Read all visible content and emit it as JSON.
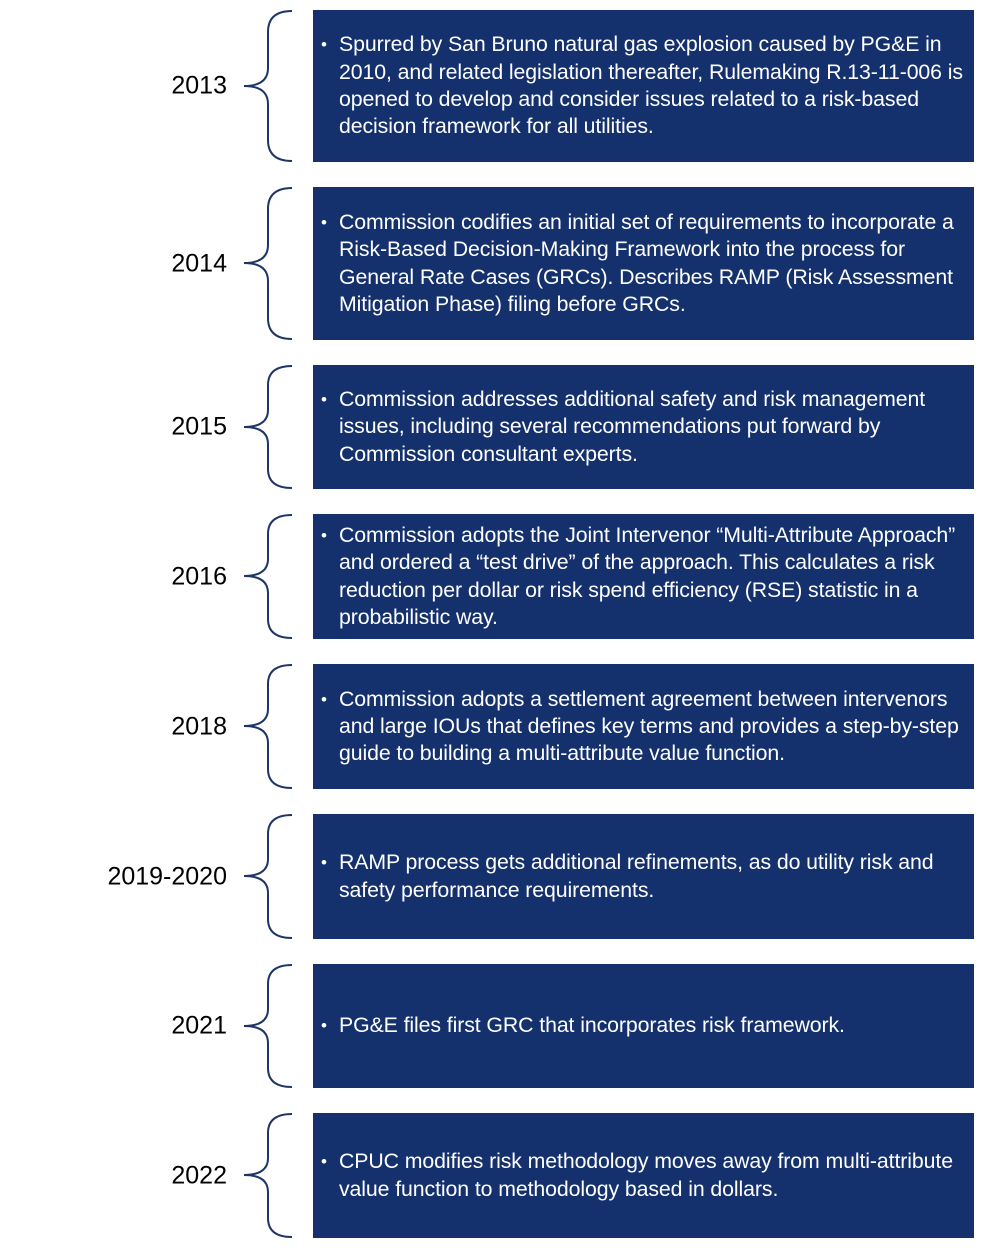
{
  "timeline": [
    {
      "year": "2013",
      "text": "Spurred by San Bruno natural gas explosion caused by PG&E in 2010, and related legislation thereafter, Rulemaking R.13-11-006 is opened to develop and consider issues related to a risk-based decision framework for all utilities."
    },
    {
      "year": "2014",
      "text": "Commission codifies an initial set of requirements to incorporate a Risk-Based Decision-Making Framework into the process for General Rate Cases (GRCs). Describes RAMP (Risk Assessment Mitigation Phase) filing before GRCs."
    },
    {
      "year": "2015",
      "text": "Commission addresses additional safety and risk management issues, including several recommendations put forward by Commission consultant experts."
    },
    {
      "year": "2016",
      "text": "Commission adopts the Joint Intervenor “Multi-Attribute Approach” and ordered a “test drive” of the approach. This calculates a risk reduction per dollar or risk spend efficiency (RSE) statistic in a probabilistic way."
    },
    {
      "year": "2018",
      "text": "Commission adopts a settlement agreement between intervenors and large IOUs that defines key terms and provides a step-by-step guide to building a multi-attribute value function."
    },
    {
      "year": "2019-2020",
      "text": "RAMP process gets additional refinements, as do utility risk and safety performance requirements."
    },
    {
      "year": "2021",
      "text": "PG&E files first GRC that incorporates risk framework."
    },
    {
      "year": "2022",
      "text": "CPUC modifies risk methodology moves away from multi-attribute value function to methodology based in dollars."
    }
  ],
  "colors": {
    "box": "#14316e",
    "brace": "#1f3566",
    "text": "#ffffff"
  }
}
